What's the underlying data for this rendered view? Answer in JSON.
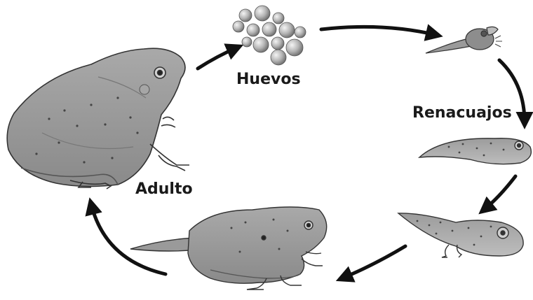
{
  "labels": {
    "eggs": "Huevos",
    "tadpoles": "Renacuajos",
    "adult": "Adulto"
  },
  "colors": {
    "arrow": "#111111",
    "body_light": "#b9b9b9",
    "body_mid": "#9a9a9a",
    "body_dark": "#6f6f6f",
    "outline": "#3a3a3a",
    "belly": "#d6d6d6"
  }
}
